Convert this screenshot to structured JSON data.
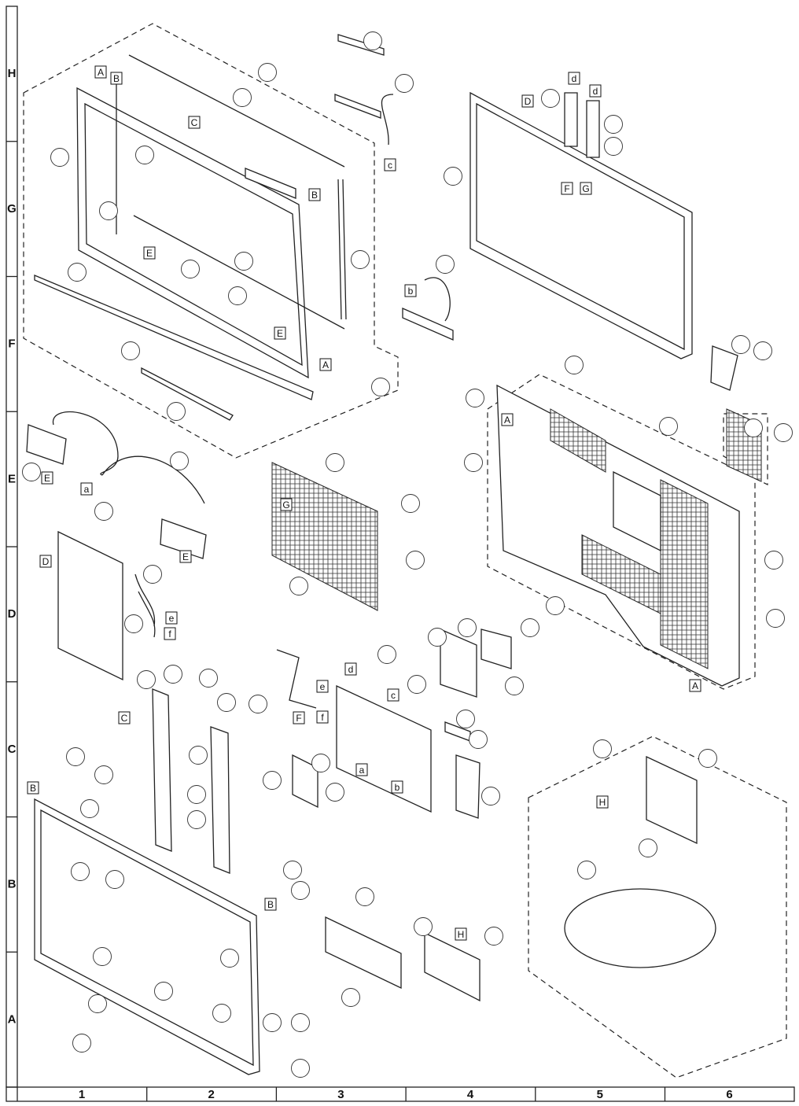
{
  "grid": {
    "rows": [
      "H",
      "G",
      "F",
      "E",
      "D",
      "C",
      "B",
      "A"
    ],
    "columns": [
      "1",
      "2",
      "3",
      "4",
      "5",
      "6"
    ]
  },
  "reference_labels": [
    "A",
    "B",
    "C",
    "B",
    "E",
    "E",
    "A",
    "c",
    "b",
    "d",
    "d",
    "D",
    "F",
    "G",
    "A",
    "E",
    "a",
    "G",
    "E",
    "D",
    "e",
    "f",
    "d",
    "e",
    "F",
    "f",
    "c",
    "C",
    "a",
    "b",
    "B",
    "H",
    "B",
    "H",
    "A"
  ],
  "colors": {
    "line": "#222222",
    "background": "#ffffff"
  }
}
